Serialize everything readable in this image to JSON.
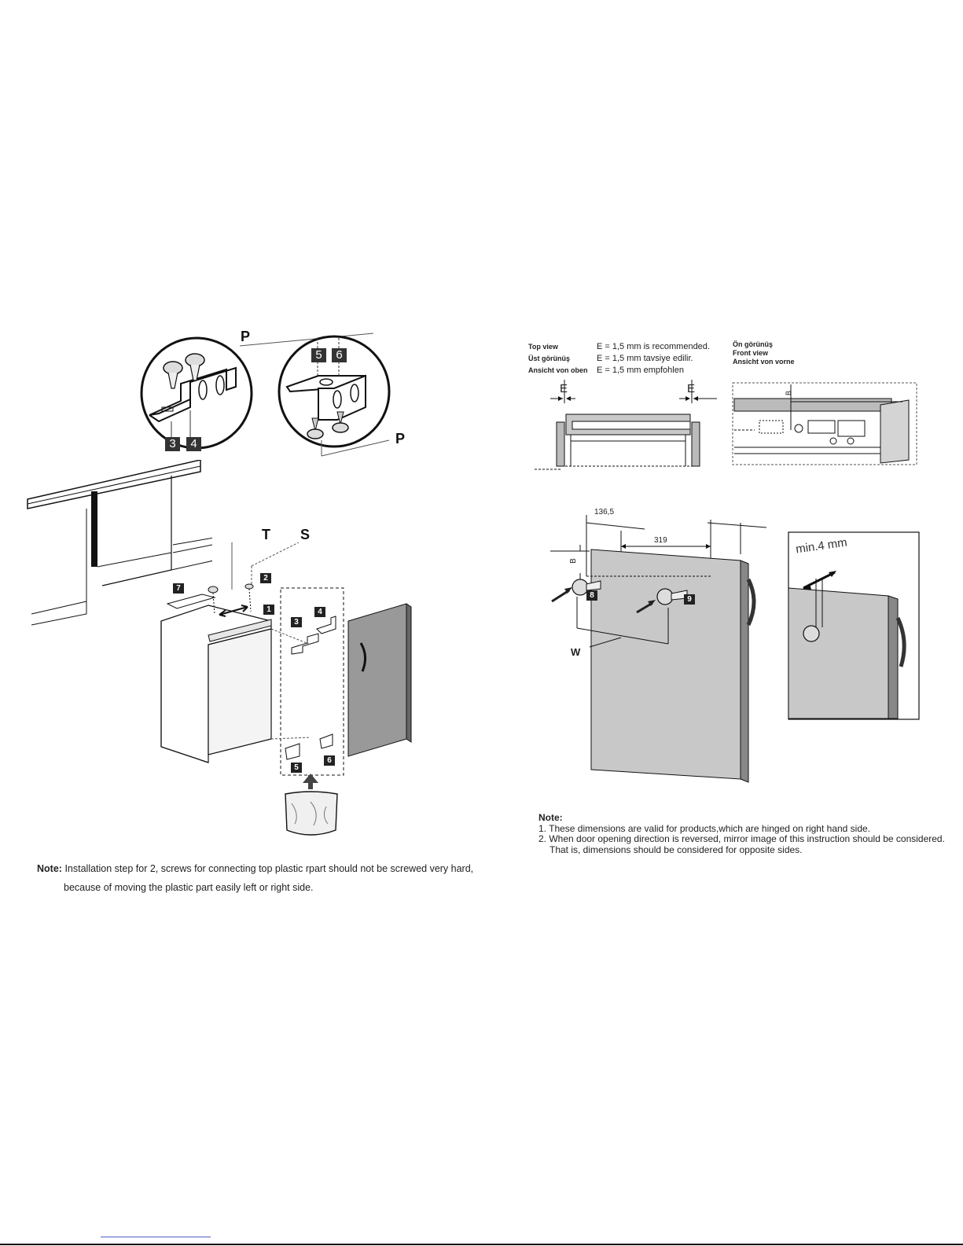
{
  "left": {
    "callout_top": {
      "label": "P",
      "badges": [
        "3",
        "4"
      ]
    },
    "callout_bottom": {
      "label": "P",
      "badges": [
        "5",
        "6"
      ]
    },
    "install": {
      "labels": [
        "T",
        "S"
      ],
      "step_badges": [
        "7",
        "2",
        "1",
        "3",
        "4",
        "5",
        "6"
      ]
    },
    "note": {
      "prefix": "Note:",
      "line1": "Installation step for 2, screws for connecting top plastic rpart should not be screwed very hard,",
      "line2": "because of moving the plastic part easily left or right side."
    }
  },
  "right": {
    "top_view": {
      "labels": [
        "Top view",
        "Üst görünüş",
        "Ansicht von oben"
      ],
      "texts": [
        "E = 1,5  mm is recommended.",
        "E = 1,5  mm tavsiye edilir.",
        "E = 1,5 mm empfohlen"
      ],
      "dim_letter": "E"
    },
    "front_view": {
      "labels": [
        "Ön görünüş",
        "Front view",
        "Ansicht von vorne"
      ],
      "dim_letter": "B"
    },
    "door": {
      "dim_a": "136,5",
      "dim_b": "319",
      "dim_letter": "B",
      "screw_badges": [
        "8",
        "9"
      ],
      "label_w": "W",
      "min_gap": "min.4 mm"
    },
    "note": {
      "title": "Note:",
      "line1": "1. These dimensions are valid for products,which are hinged on right hand side.",
      "line2": "2. When door opening direction is reversed, mirror image of this instruction should be considered.",
      "line3": "That is, dimensions should be considered for opposite sides."
    }
  }
}
